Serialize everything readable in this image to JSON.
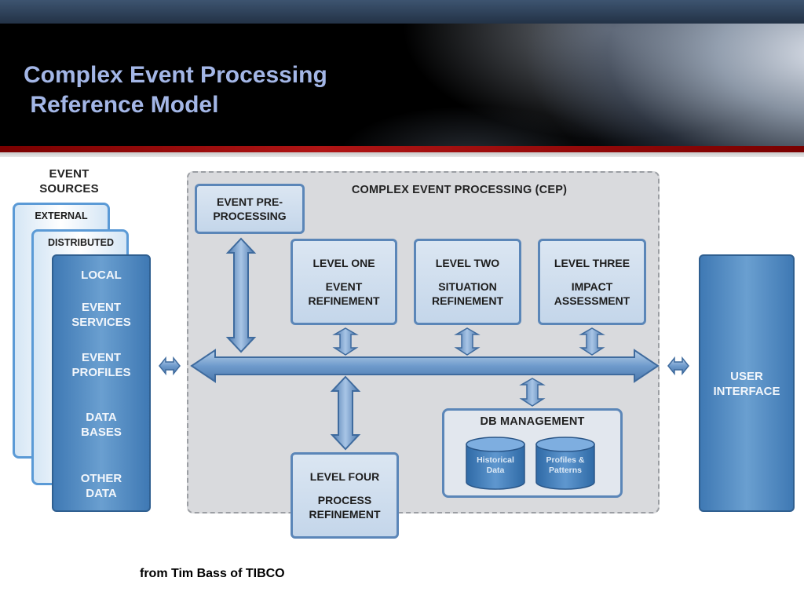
{
  "slide": {
    "title_line1": "Complex Event Processing",
    "title_line2": " Reference Model",
    "credit": "from Tim Bass of TIBCO"
  },
  "event_sources": {
    "heading_line1": "EVENT",
    "heading_line2": "SOURCES",
    "external": "EXTERNAL",
    "distributed": "DISTRIBUTED",
    "local": "LOCAL",
    "event_services_1": "EVENT",
    "event_services_2": "SERVICES",
    "event_profiles_1": "EVENT",
    "event_profiles_2": "PROFILES",
    "data_bases_1": "DATA",
    "data_bases_2": "BASES",
    "other_data_1": "OTHER",
    "other_data_2": "DATA"
  },
  "cep": {
    "title": "COMPLEX EVENT PROCESSING (CEP)",
    "pre_processing_1": "EVENT PRE-",
    "pre_processing_2": "PROCESSING",
    "level_one_1": "LEVEL ONE",
    "level_one_2": "EVENT",
    "level_one_3": "REFINEMENT",
    "level_two_1": "LEVEL TWO",
    "level_two_2": "SITUATION",
    "level_two_3": "REFINEMENT",
    "level_three_1": "LEVEL THREE",
    "level_three_2": "IMPACT",
    "level_three_3": "ASSESSMENT",
    "level_four_1": "LEVEL FOUR",
    "level_four_2": "PROCESS",
    "level_four_3": "REFINEMENT",
    "db_management": "DB MANAGEMENT",
    "historical_1": "Historical",
    "historical_2": "Data",
    "profiles_1": "Profiles &",
    "profiles_2": "Patterns"
  },
  "user_interface": {
    "line1": "USER",
    "line2": "INTERFACE"
  },
  "colors": {
    "title": "#a3b6e6",
    "box_border": "#5b86b8",
    "arrow_fill": "#6f9bcc",
    "panel": "#d9dadd"
  }
}
